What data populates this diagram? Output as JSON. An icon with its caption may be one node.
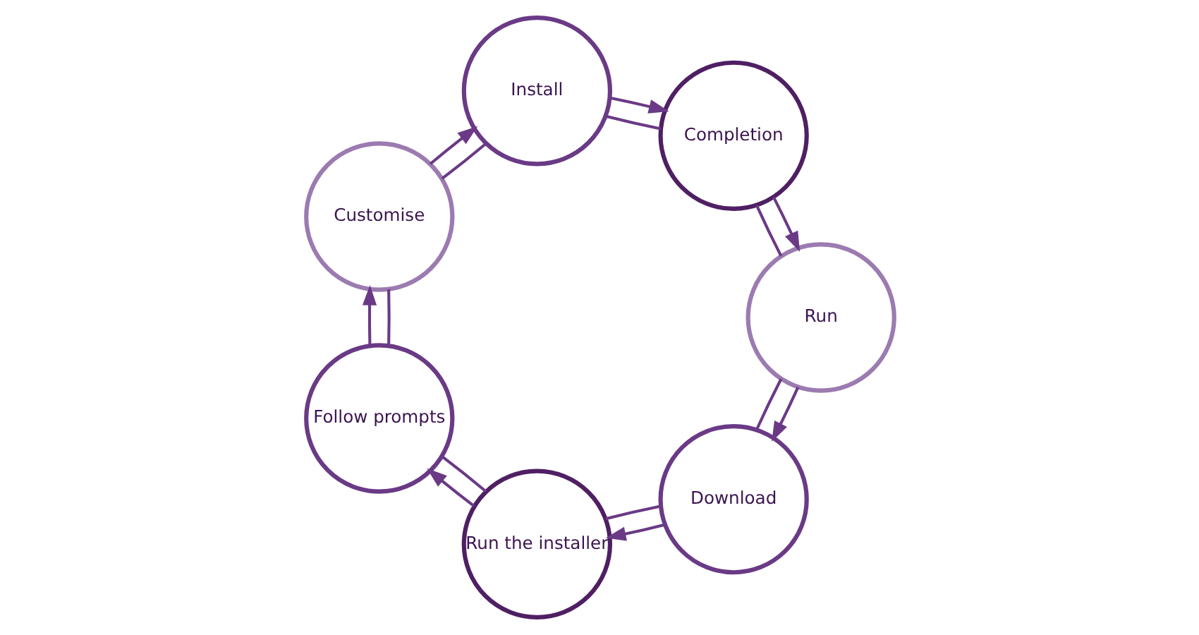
{
  "diagram": {
    "nodes": [
      {
        "text": [
          "Download"
        ]
      },
      {
        "text": [
          "Run the installer"
        ]
      },
      {
        "text": [
          "Follow prompts"
        ]
      },
      {
        "text": [
          "Customise"
        ]
      },
      {
        "text": [
          "Install"
        ]
      },
      {
        "text": [
          "Completion"
        ]
      },
      {
        "text": [
          "Run"
        ]
      }
    ],
    "edges": [
      {
        "from": 0,
        "to": 1,
        "arrow": "to"
      },
      {
        "from": 0,
        "to": 1,
        "arrow": "none"
      },
      {
        "from": 1,
        "to": 2,
        "arrow": "to"
      },
      {
        "from": 1,
        "to": 2,
        "arrow": "none"
      },
      {
        "from": 2,
        "to": 3,
        "arrow": "to"
      },
      {
        "from": 2,
        "to": 3,
        "arrow": "none"
      },
      {
        "from": 3,
        "to": 4,
        "arrow": "to"
      },
      {
        "from": 3,
        "to": 4,
        "arrow": "none"
      },
      {
        "from": 4,
        "to": 5,
        "arrow": "to"
      },
      {
        "from": 4,
        "to": 5,
        "arrow": "none"
      },
      {
        "from": 5,
        "to": 6,
        "arrow": "to"
      },
      {
        "from": 5,
        "to": 6,
        "arrow": "none"
      },
      {
        "from": 6,
        "to": 0,
        "arrow": "to"
      },
      {
        "from": 6,
        "to": 0,
        "arrow": "none"
      }
    ]
  }
}
